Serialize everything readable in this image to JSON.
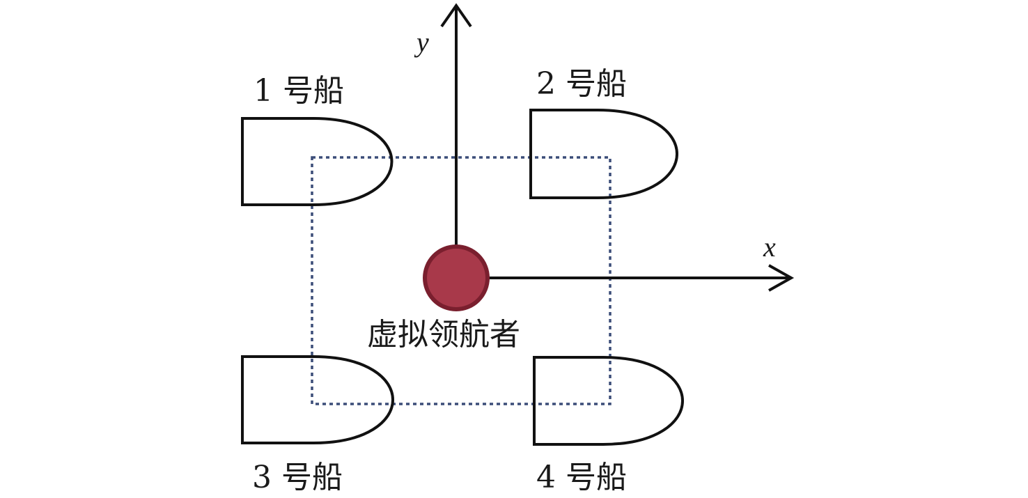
{
  "diagram": {
    "axes": {
      "x_label": "x",
      "y_label": "y"
    },
    "leader": {
      "label": "虚拟领航者",
      "fill_color": "#a8394a",
      "stroke_color": "#7a1f2e"
    },
    "ships": [
      {
        "id": 1,
        "label": "1 号船"
      },
      {
        "id": 2,
        "label": "2 号船"
      },
      {
        "id": 3,
        "label": "3 号船"
      },
      {
        "id": 4,
        "label": "4 号船"
      }
    ],
    "formation_color": "#3b4d78"
  }
}
